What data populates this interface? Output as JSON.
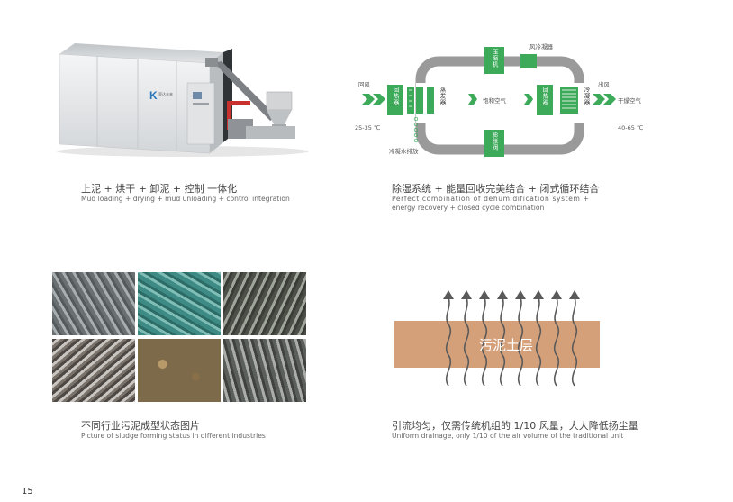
{
  "colors": {
    "accent_green": "#3daa5a",
    "loop_gray": "#9a9a9a",
    "soil": "#d4a07a",
    "arrow_gray": "#5a5a5a"
  },
  "panel1": {
    "caption_zh": "上泥 + 烘干 + 卸泥 + 控制 一体化",
    "caption_en": "Mud loading + drying + mud unloading + control integration",
    "machine_logo": "K",
    "machine_brand": "荣达未来"
  },
  "panel2": {
    "caption_zh": "除湿系统 + 能量回收完美结合 + 闭式循环结合",
    "caption_en_line1": "Perfect combination of dehumidification system +",
    "caption_en_line2": "energy recovery + closed cycle combination",
    "diagram": {
      "inlet_label": "回风",
      "inlet_temp": "25-35 ℃",
      "outlet_label": "出风",
      "outlet_label2": "干燥空气",
      "outlet_temp": "40-65 ℃",
      "compressor": "压缩机",
      "condenser_top": "风冷凝器",
      "recuperator_left": "回热器",
      "evaporator": "蒸发器",
      "saturated_air": "饱和空气",
      "recuperator_right": "回热器",
      "condenser_right": "冷凝器",
      "expansion_valve": "膨胀阀",
      "condensate": "冷凝水排放"
    }
  },
  "panel3": {
    "caption_zh": "不同行业污泥成型状态图片",
    "caption_en": "Picture of sludge forming status in different industries"
  },
  "panel4": {
    "caption_zh": "引流均匀，仅需传统机组的 1/10 风量，大大降低扬尘量",
    "caption_en": "Uniform drainage, only 1/10 of the air volume of the traditional unit",
    "soil_label": "污泥土层"
  },
  "page_number": "15"
}
